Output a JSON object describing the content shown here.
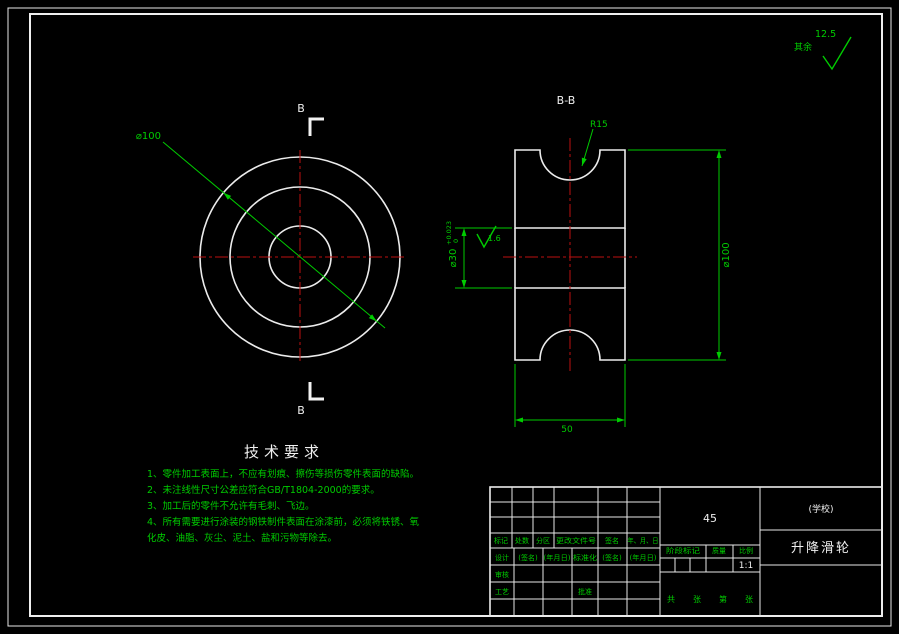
{
  "colors": {
    "background": "#000000",
    "geometry_white": "#e8e8e8",
    "dimension_green": "#00cc00",
    "centerline_red": "#bb1111"
  },
  "roughness_note": {
    "value": "12.5",
    "rest": "其余"
  },
  "front_view": {
    "dia_label": "⌀100",
    "section_letter": "B"
  },
  "section_view": {
    "view_label": "B-B",
    "radius_label": "R15",
    "finish": "1.6",
    "bore": "⌀30",
    "bore_tol_up": "+0.023",
    "bore_tol_low": "0",
    "outer_dia": "⌀100",
    "width": "50"
  },
  "tech": {
    "title": "技术要求",
    "lines": [
      "1、零件加工表面上，不应有划痕、擦伤等损伤零件表面的缺陷。",
      "2、未注线性尺寸公差应符合GB/T1804-2000的要求。",
      "3、加工后的零件不允许有毛刺、飞边。",
      "4、所有需要进行涂装的钢铁制件表面在涂漆前，必须将铁锈、氧",
      "化皮、油脂、灰尘、泥土、盐和污物等除去。"
    ]
  },
  "title_block": {
    "material": "45",
    "org": "(学校)",
    "part": "升降滑轮",
    "rev_header": [
      "标记",
      "处数",
      "分区",
      "更改文件号",
      "签名",
      "年、月、日"
    ],
    "design": "设计",
    "sign1": "(签名)",
    "date1": "(年月日)",
    "standard": "标准化",
    "sign2": "(签名)",
    "date2": "(年月日)",
    "check": "审核",
    "process": "工艺",
    "approve": "批准",
    "stage": "阶段标记",
    "mass": "质量",
    "scale": "比例",
    "scale_val": "1:1",
    "sheets": "共 张 第 张"
  }
}
